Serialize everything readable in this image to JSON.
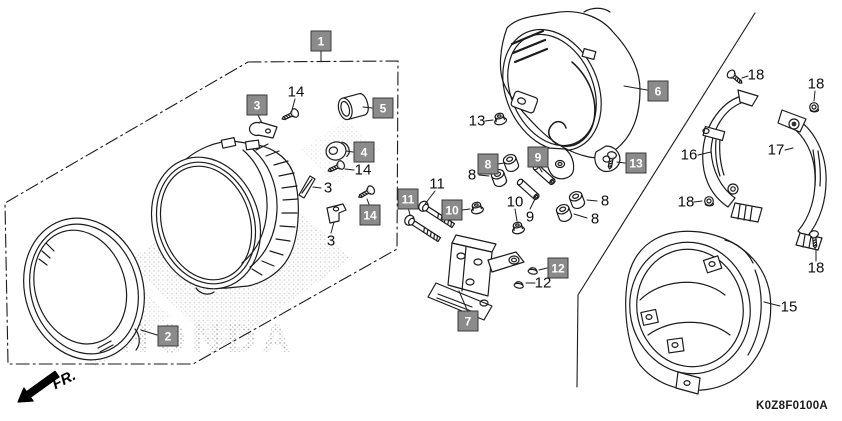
{
  "diagram": {
    "code": "K0Z8F0100A",
    "fr_label": "FR.",
    "watermark": "HONDA"
  },
  "colors": {
    "line": "#1b1b1b",
    "callout_box_bg": "#8b8b8b",
    "callout_box_border": "#3a3a3a",
    "callout_box_text": "#ffffff",
    "speckle_dot": "#a8a8a8"
  },
  "callouts": {
    "boxed": [
      {
        "label": "1"
      },
      {
        "label": "2"
      },
      {
        "label": "3"
      },
      {
        "label": "4"
      },
      {
        "label": "5"
      },
      {
        "label": "6"
      },
      {
        "label": "7"
      },
      {
        "label": "8"
      },
      {
        "label": "9"
      },
      {
        "label": "10"
      },
      {
        "label": "11"
      },
      {
        "label": "12"
      },
      {
        "label": "13"
      },
      {
        "label": "14"
      }
    ],
    "plain": [
      {
        "label": "14"
      },
      {
        "label": "14"
      },
      {
        "label": "3"
      },
      {
        "label": "3"
      },
      {
        "label": "11"
      },
      {
        "label": "10"
      },
      {
        "label": "9"
      },
      {
        "label": "8"
      },
      {
        "label": "8"
      },
      {
        "label": "8"
      },
      {
        "label": "12"
      },
      {
        "label": "13"
      },
      {
        "label": "15"
      },
      {
        "label": "16"
      },
      {
        "label": "17"
      },
      {
        "label": "18"
      },
      {
        "label": "18"
      },
      {
        "label": "18"
      },
      {
        "label": "18"
      }
    ]
  },
  "part_drawings": [
    {
      "ref": "1",
      "name": "headlight-unit-assembly"
    },
    {
      "ref": "2",
      "name": "lens-rim-ring"
    },
    {
      "ref": "3",
      "name": "clamp"
    },
    {
      "ref": "4",
      "name": "grommet"
    },
    {
      "ref": "5",
      "name": "bushing"
    },
    {
      "ref": "6",
      "name": "headlight-case-front"
    },
    {
      "ref": "7",
      "name": "stay-bracket"
    },
    {
      "ref": "8",
      "name": "rubber-bushing"
    },
    {
      "ref": "9",
      "name": "collar"
    },
    {
      "ref": "10",
      "name": "flange-nut"
    },
    {
      "ref": "11",
      "name": "bolt"
    },
    {
      "ref": "12",
      "name": "cap-nut"
    },
    {
      "ref": "13",
      "name": "screw-and-nut"
    },
    {
      "ref": "14",
      "name": "tapping-screw"
    },
    {
      "ref": "15",
      "name": "headlight-case-rear"
    },
    {
      "ref": "16",
      "name": "setting-band-left"
    },
    {
      "ref": "17",
      "name": "setting-band-right"
    },
    {
      "ref": "18",
      "name": "band-screw-nut"
    }
  ]
}
